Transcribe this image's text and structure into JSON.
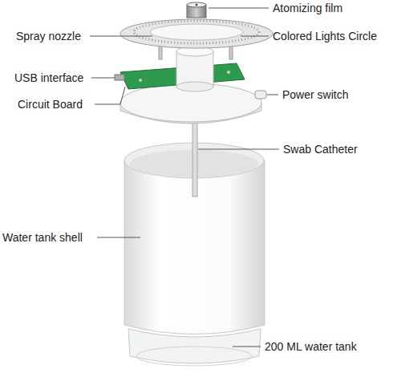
{
  "diagram": {
    "labels": [
      "Atomizing film",
      "Spray nozzle",
      "Colored Lights Circle",
      "USB interface",
      "Power switch",
      "Circuit Board",
      "Swab Catheter",
      "Water tank shell",
      "200 ML water tank"
    ]
  }
}
